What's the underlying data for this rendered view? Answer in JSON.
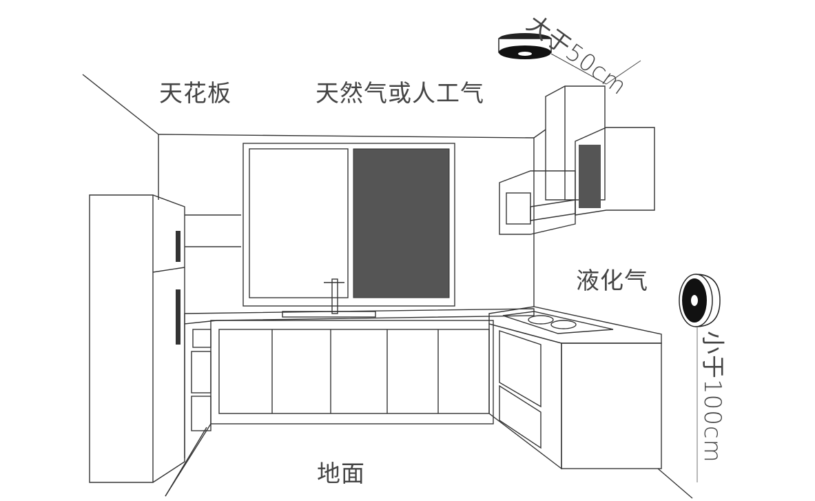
{
  "labels": {
    "ceiling": "天花板",
    "natural_gas": "天然气或人工气",
    "ceiling_distance": "大于50cm",
    "lpg": "液化气",
    "floor_distance": "小于100cm",
    "floor": "地面"
  },
  "colors": {
    "line": "#333333",
    "window_dark": "#555555",
    "text": "#444444"
  }
}
